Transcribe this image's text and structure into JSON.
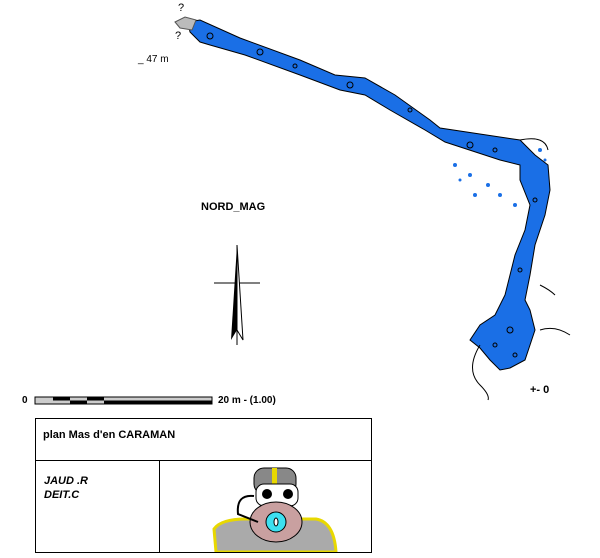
{
  "map": {
    "north_label": "NORD_MAG",
    "depth_top": "_ 47 m",
    "depth_entrance": "+- 0",
    "question_marks": [
      "?",
      "?"
    ],
    "cave_color": "#1a6fe6"
  },
  "scale": {
    "start": "0",
    "end": "20 m - (1.00)"
  },
  "cartouche": {
    "title": "plan Mas d'en CARAMAN",
    "authors": [
      "JAUD .R",
      "DEIT.C"
    ]
  }
}
